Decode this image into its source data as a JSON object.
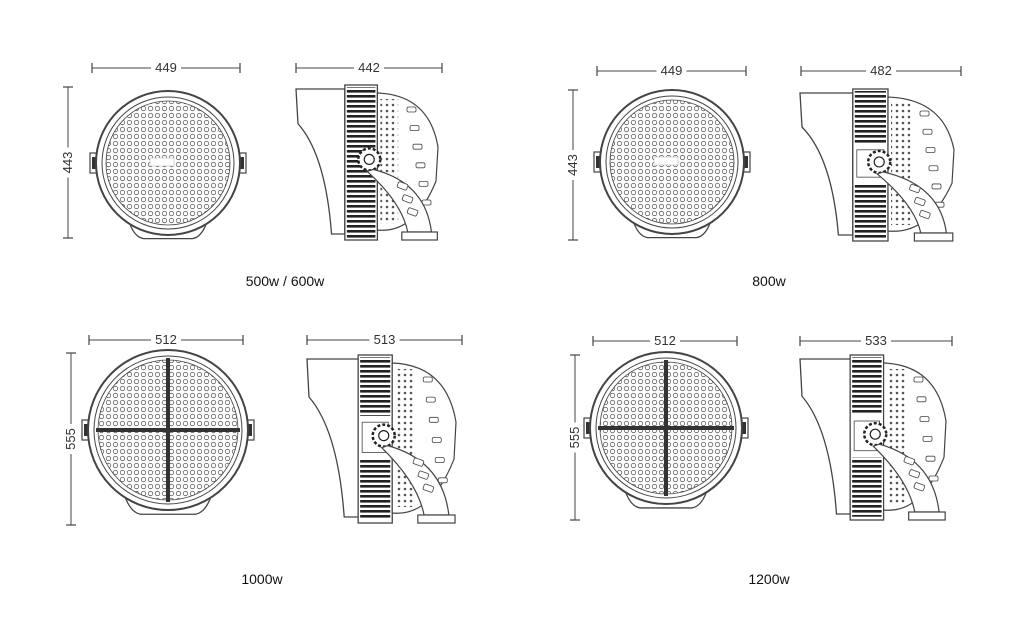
{
  "colors": {
    "line": "#444444",
    "dot": "#555555",
    "text": "#222222"
  },
  "models": [
    {
      "caption": "500w / 600w",
      "front_width": "449",
      "front_height": "443",
      "side_width": "442",
      "front_style": "dots-full",
      "side_style": "ribbed"
    },
    {
      "caption": "800w",
      "front_width": "449",
      "front_height": "443",
      "side_width": "482",
      "front_style": "dots-full",
      "side_style": "heatsink"
    },
    {
      "caption": "1000w",
      "front_width": "512",
      "front_height": "555",
      "side_width": "513",
      "front_style": "quad",
      "side_style": "heatsink"
    },
    {
      "caption": "1200w",
      "front_width": "512",
      "front_height": "555",
      "side_width": "533",
      "front_style": "quad",
      "side_style": "heatsink"
    }
  ]
}
